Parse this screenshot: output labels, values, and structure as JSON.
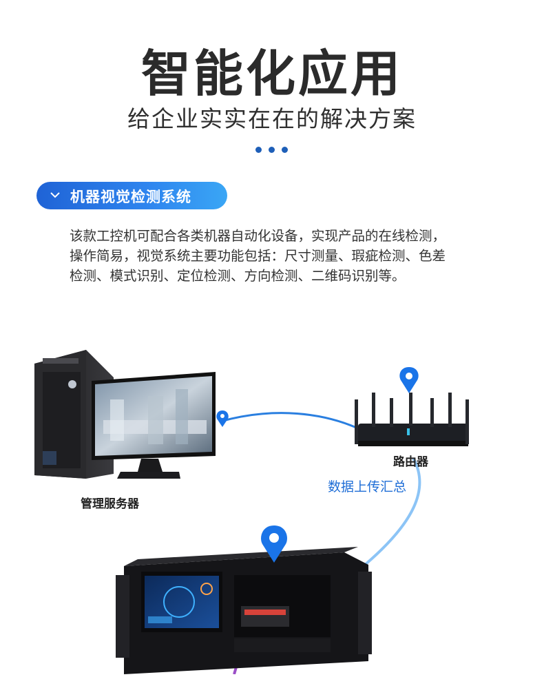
{
  "header": {
    "title": "智能化应用",
    "subtitle": "给企业实实在在的解决方案"
  },
  "section": {
    "pill_label": "机器视觉检测系统",
    "icon": "chevron-down-icon"
  },
  "description": {
    "lines": [
      "该款工控机可配合各类机器自动化设备，实现产品的在线检测，",
      "操作简易，视觉系统主要功能包括：尺寸测量、瑕疵检测、色差",
      "检测、模式识别、定位检测、方向检测、二维码识别等。"
    ]
  },
  "diagram": {
    "server_label": "管理服务器",
    "router_label": "路由器",
    "upload_label": "数据上传汇总"
  },
  "colors": {
    "accent": "#1f63d6",
    "pill_end": "#3aa6f5",
    "pin": "#1a74e8",
    "text": "#333333"
  }
}
